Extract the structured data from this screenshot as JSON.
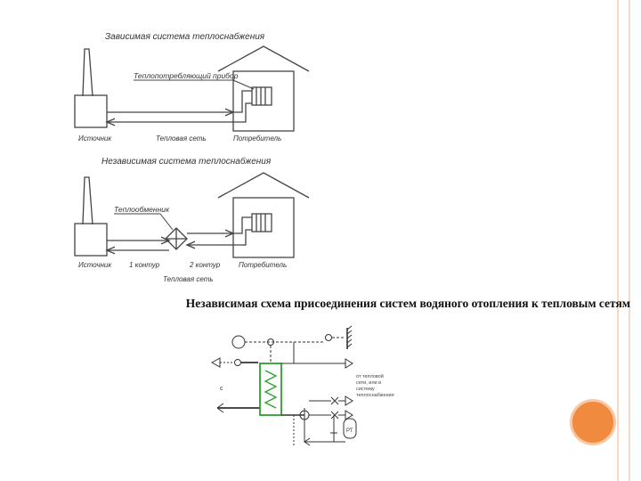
{
  "slide": {
    "caption": "Независимая схема присоединения систем водяного отопления к тепловым сетям",
    "accent_color": "#f08a3e",
    "frame_color": "#f7d9c4"
  },
  "dependent_scheme": {
    "title": "Зависимая система теплоснабжения",
    "device_label": "Теплопотребляющий прибор",
    "source_label": "Источник",
    "network_label": "Тепловая сеть",
    "consumer_label": "Потребитель"
  },
  "independent_scheme": {
    "title": "Независимая система теплоснабжения",
    "exchanger_label": "Теплообменник",
    "source_label": "Источник",
    "circuit1_label": "1 контур",
    "circuit2_label": "2 контур",
    "consumer_label": "Потребитель",
    "network_label": "Тепловая сеть"
  },
  "small_scheme": {
    "note_lines": [
      "от тепловой",
      "сети, или в",
      "систему",
      "теплоснабжения"
    ],
    "tank_label": "РТ"
  }
}
